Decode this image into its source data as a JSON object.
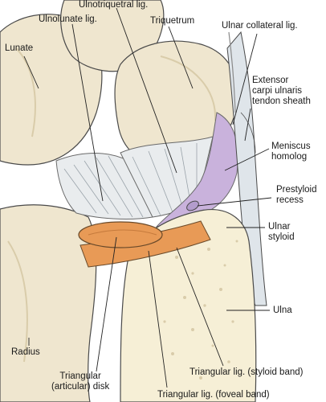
{
  "figure": {
    "labels": {
      "ulnotriquetral": "Ulnotriquetral lig.",
      "ulnolunate": "Ulnolunate lig.",
      "triquetrum": "Triquetrum",
      "ulnar_collateral": "Ulnar collateral lig.",
      "lunate": "Lunate",
      "ecu_sheath": "Extensor\ncarpi ulnaris\ntendon sheath",
      "meniscus": "Meniscus\nhomolog",
      "prestyloid": "Prestyloid\nrecess",
      "ulnar_styloid": "Ulnar\nstyloid",
      "ulna": "Ulna",
      "radius": "Radius",
      "triangular_disk": "Triangular\n(articular) disk",
      "styloid_band": "Triangular lig. (styloid band)",
      "foveal_band": "Triangular lig. (foveal band)"
    },
    "colors": {
      "bone": "#efe6cf",
      "bone_shadow": "#d9ccaa",
      "cancellous": "#f6efd6",
      "ligament": "#e9ecee",
      "meniscus": "#c9b2dc",
      "disk": "#e89a56",
      "tendon": "#dfe5ea",
      "outline": "#4a4a4a",
      "leader": "#222222"
    }
  }
}
